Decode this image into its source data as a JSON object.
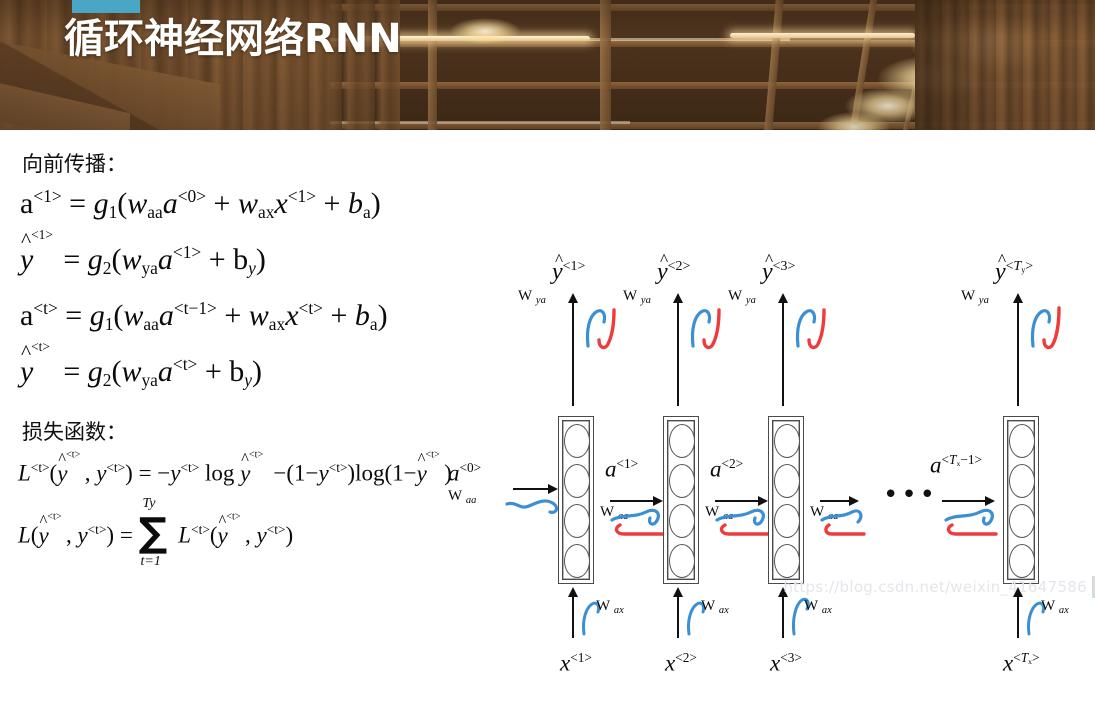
{
  "header": {
    "title": "循环神经网络RNN",
    "accent_color": "#49a6c4",
    "background": "wood-ceiling-corridor-photo"
  },
  "sections": {
    "forward_heading": "向前传播：",
    "loss_heading": "损失函数："
  },
  "formulas": {
    "f1": {
      "lhs_a": "a",
      "lhs_sup": "<1>",
      "eq": "=",
      "g": "g",
      "g_sub": "1",
      "body": "( w aa a <0> + w ax x <1> + b a )"
    },
    "f2": {
      "lhs_y": "y",
      "lhs_sup": "<1>",
      "g_sub": "2",
      "body": "( w ya a <1> + b y )"
    },
    "f3": {
      "lhs_a": "a",
      "lhs_sup": "<t>",
      "g_sub": "1",
      "body": "( w aa a <t-1> + w ax x <t> + b a )"
    },
    "f4": {
      "lhs_y": "y",
      "lhs_sup": "<t>",
      "g_sub": "2",
      "body": "( w ya a <t> + b y )"
    },
    "loss1_text": "L<t>(ŷ<t>, y<t>) = -y<t> log ŷ<t> - (1 - y<t>) log(1 - ŷ<t>)",
    "loss2_text": "L(ŷ<t>, y<t>) = Σ(t=1..Ty) L<t>(ŷ<t>, y<t>)",
    "sum_upper": "Ty",
    "sum_lower": "t=1"
  },
  "diagram": {
    "a_initial": "a",
    "a_initial_sup": "<0>",
    "timesteps": [
      {
        "y_label": "y",
        "y_sup": "<1>",
        "x_label": "x",
        "x_sup": "<1>",
        "a_out": "a",
        "a_out_sup": "<1>"
      },
      {
        "y_label": "y",
        "y_sup": "<2>",
        "x_label": "x",
        "x_sup": "<2>",
        "a_out": "a",
        "a_out_sup": "<2>"
      },
      {
        "y_label": "y",
        "y_sup": "<3>",
        "x_label": "x",
        "x_sup": "<3>",
        "a_out": "a",
        "a_out_sup": "<Tx-1>"
      },
      {
        "y_label": "y",
        "y_sup": "<Ty>",
        "x_label": "x",
        "x_sup": "<Tx>",
        "a_out": "",
        "a_out_sup": ""
      }
    ],
    "weights": {
      "wya": "W",
      "wya_sub": "ya",
      "waa": "W",
      "waa_sub": "aa",
      "wax": "W",
      "wax_sub": "ax"
    },
    "ellipsis": "•••",
    "neuron_count": 4,
    "annotation_colors": {
      "forward": "#3b8fd4",
      "backward": "#ef3b3b"
    }
  },
  "watermark": {
    "text": "https://blog.csdn.net/weixin_41647586"
  }
}
